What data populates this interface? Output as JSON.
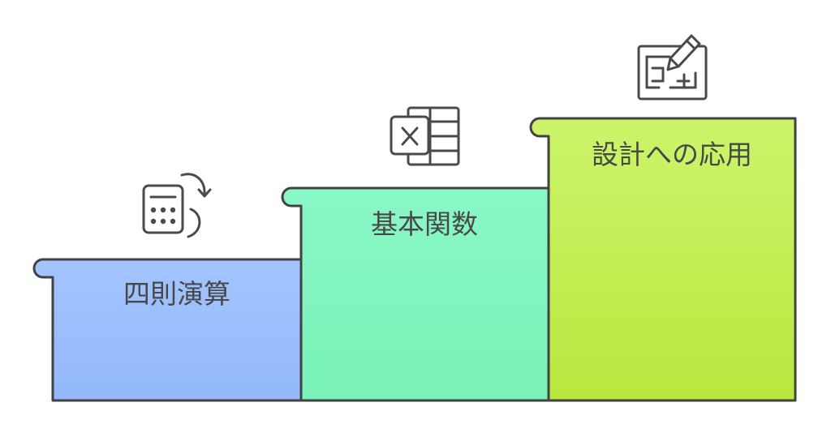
{
  "steps": [
    {
      "label": "四則演算",
      "icon": "calculator-icon",
      "color_top": "#a3c4ff",
      "color_bottom": "#93b8fb"
    },
    {
      "label": "基本関数",
      "icon": "spreadsheet-icon",
      "color_top": "#8af7c6",
      "color_bottom": "#79f2b9"
    },
    {
      "label": "設計への応用",
      "icon": "blueprint-pencil-icon",
      "color_top": "#ccf46b",
      "color_bottom": "#b9e83e"
    }
  ],
  "outline_color": "#424242"
}
